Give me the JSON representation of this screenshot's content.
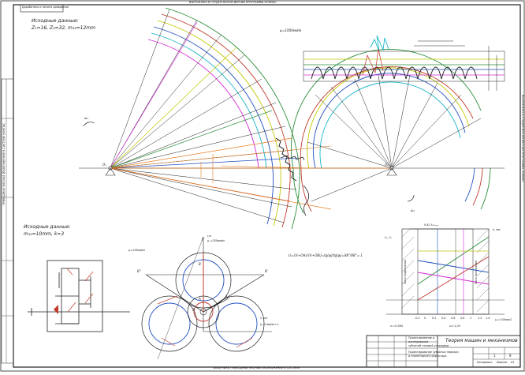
{
  "sheet": {
    "top_strip": "ВЫПОЛНЕНО В СТУДЕНЧЕСКОЙ ВЕРСИИ ПРОГРАММЫ КОМПАС",
    "bottom_strip": "ЗАКАЗЧИКИ ПРИВОДНЫЕ МЕСНЫЕ ИЗОБРАЖЕНИЯ В СИСТЕМЕ",
    "stamp_top_left": "Доработано к печати доведения",
    "side_strip_right": "ВЫПОЛНЕНО В СТУДЕНЧЕСКОЙ ВЕРСИИ ПРОГРАММЫ КОМПАС",
    "side_strip_left": "ПРИВОДНЫЕ МЕСНЫЕ ИЗОБРАЖЕНИЯ В СИСТЕМЕ КОМПАС"
  },
  "gear_section": {
    "title": "Исходные данные:",
    "params": "Z₁=16, Z₂=32, m₁₂=12mm",
    "scale": "μₗ=1000мм/м",
    "omega1": "ω₁",
    "omega2": "ω₂",
    "o1": "O₁",
    "o2": "O₂",
    "formula": "Uᵢ=(Vᵢ+OAᵢ)/(Vᵢ+OBi)=tg(φᵢ)/tg(φⱼ)=88°/88°=-1"
  },
  "planetary_section": {
    "title": "Исходные данные:",
    "params": "m₁₂=10mm, k=3",
    "scale_speed": "μᵥ=250мм/м",
    "scale_len": "μₗ=250мм/м",
    "axis_r": "r,м",
    "axis_v": "v, м/с",
    "scale_v": "μᵥ=1мм/м·с-1",
    "label_b2": "B''",
    "label_b1": "B'",
    "label_a": "A'",
    "label_b": "B",
    "label_o": "O",
    "label_a_small": "A"
  },
  "wear_section": {
    "axis_left": "Зона подрезания",
    "axis_right": "Зона заострения",
    "label_top_left": "λ₁, λ₂",
    "label_top_right": "h, мм",
    "top_value": "0,82 λ₁₂ₘₐₓ",
    "bottom_value": "x₁=0,584",
    "bottom_value2": "x₂=1,03",
    "scale_x": "μₓ=100мм/1",
    "ticks": [
      "-0.2",
      "0",
      "0.2",
      "0.4",
      "0.6",
      "0.8",
      "1",
      "1.2",
      "1.4"
    ]
  },
  "title_block": {
    "subject": "Теория машин и механизмов",
    "sheet_no": "1",
    "sheets": "8",
    "line1": "Проектирование и",
    "line2": "исследование",
    "line3": "зубчатой головой установки",
    "line4": "Проектирование зубчатых передач",
    "line5": "и планетарного редуктора",
    "format": "Формат",
    "format_value": "A1",
    "copied": "Копировал"
  }
}
